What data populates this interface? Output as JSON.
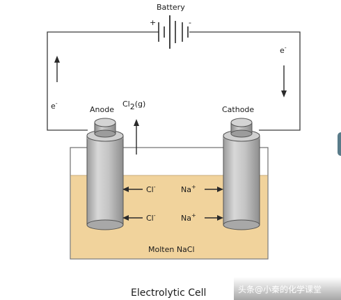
{
  "battery": {
    "label": "Battery",
    "plus": "+",
    "minus": "-"
  },
  "electron_left": {
    "symbol": "e",
    "charge": "-"
  },
  "electron_right": {
    "symbol": "e",
    "charge": "-"
  },
  "anode": {
    "label": "Anode"
  },
  "cathode": {
    "label": "Cathode"
  },
  "chlorine_gas": {
    "base": "Cl",
    "subscript": "2",
    "state": "(g)"
  },
  "ions": {
    "chloride_upper": {
      "symbol": "Cl",
      "charge": "-"
    },
    "chloride_lower": {
      "symbol": "Cl",
      "charge": "-"
    },
    "sodium_upper": {
      "symbol": "Na",
      "charge": "+"
    },
    "sodium_lower": {
      "symbol": "Na",
      "charge": "+"
    }
  },
  "electrolyte": {
    "label": "Molten NaCl"
  },
  "caption": "Electrolytic Cell",
  "watermark": "头条@小秦的化学课堂",
  "colors": {
    "electrolyte": "#f1d39c",
    "electrode": "#c9c9c9",
    "wire": "#333333",
    "vessel_border": "#555555"
  }
}
